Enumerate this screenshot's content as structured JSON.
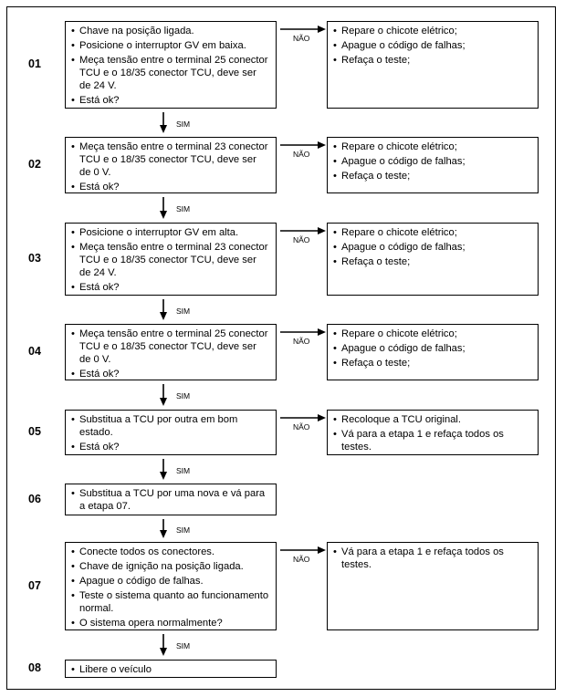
{
  "labels": {
    "no": "NÃO",
    "yes": "SIM"
  },
  "steps": [
    {
      "number": "01",
      "check": [
        "Chave na posição ligada.",
        "Posicione o interruptor GV em baixa.",
        "Meça tensão entre o terminal 25 conector TCU e o 18/35 conector TCU, deve ser de 24 V.",
        "Está ok?"
      ],
      "fail": [
        "Repare o chicote elétrico;",
        "Apague o código de falhas;",
        "Refaça o teste;"
      ]
    },
    {
      "number": "02",
      "check": [
        "Meça tensão entre o terminal 23 conector TCU e o 18/35 conector TCU, deve ser de 0 V.",
        "Está ok?"
      ],
      "fail": [
        "Repare o chicote elétrico;",
        "Apague o código de falhas;",
        "Refaça o teste;"
      ]
    },
    {
      "number": "03",
      "check": [
        "Posicione o interruptor GV em alta.",
        "Meça tensão entre o terminal 23 conector TCU e o 18/35 conector TCU, deve ser de 24 V.",
        "Está ok?"
      ],
      "fail": [
        "Repare o chicote elétrico;",
        "Apague o código de falhas;",
        "Refaça o teste;"
      ]
    },
    {
      "number": "04",
      "check": [
        "Meça tensão entre o terminal 25 conector TCU e o 18/35 conector TCU, deve ser de 0 V.",
        "Está ok?"
      ],
      "fail": [
        "Repare o chicote elétrico;",
        "Apague o código de falhas;",
        "Refaça o teste;"
      ]
    },
    {
      "number": "05",
      "check": [
        "Substitua a TCU por outra em bom estado.",
        "Está ok?"
      ],
      "fail": [
        "Recoloque a TCU original.",
        "Vá para a etapa 1 e refaça todos os testes."
      ]
    },
    {
      "number": "06",
      "check": [
        "Substitua a TCU por uma nova e vá para a etapa 07."
      ]
    },
    {
      "number": "07",
      "check": [
        "Conecte todos os conectores.",
        "Chave de ignição na posição ligada.",
        "Apague o código de falhas.",
        "Teste o sistema quanto ao funcionamento normal.",
        "O sistema opera normalmente?"
      ],
      "fail": [
        "Vá para a etapa 1 e refaça todos os testes."
      ]
    },
    {
      "number": "08",
      "check": [
        "Libere o veículo"
      ]
    }
  ]
}
